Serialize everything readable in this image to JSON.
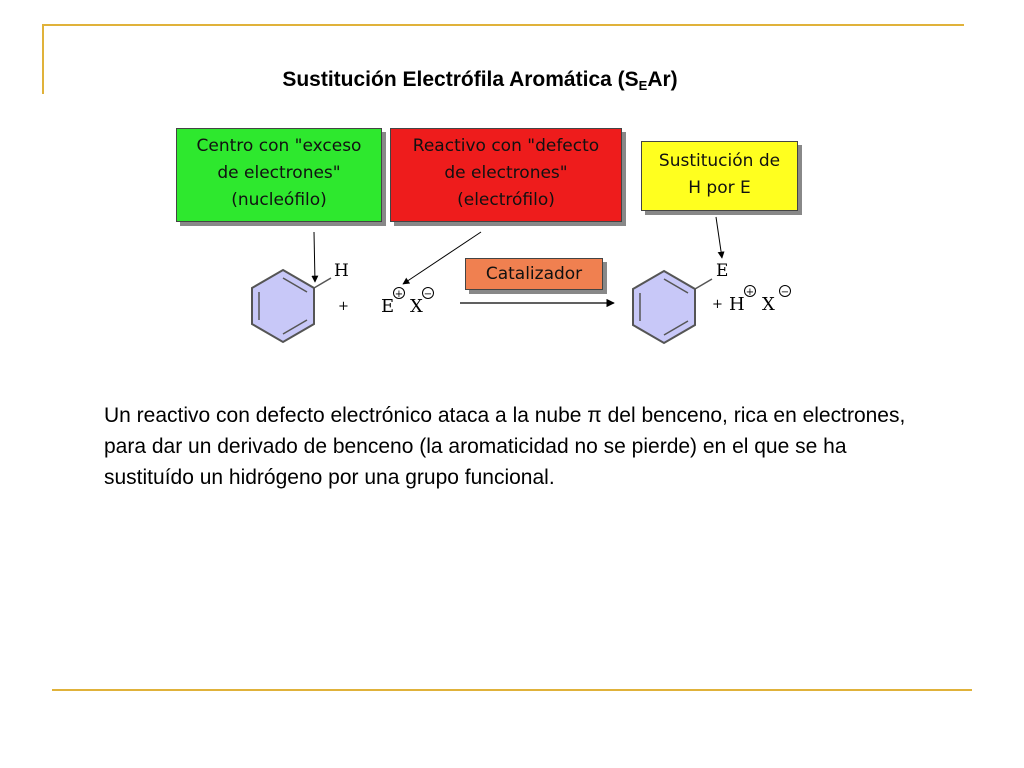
{
  "slide": {
    "title_main": "Sustitución Electrófila Aromática (S",
    "title_sub": "E",
    "title_end": "Ar)"
  },
  "diagram": {
    "green_box": [
      "Centro con \"exceso",
      "de electrones\"",
      "(nucleófilo)"
    ],
    "red_box": [
      "Reactivo con \"defecto",
      "de electrones\"",
      "(electrófilo)"
    ],
    "yellow_box": [
      "Sustitución de",
      "H por E"
    ],
    "catalyst": "Catalizador",
    "reactant_substituent": "H",
    "plus_1": "+",
    "electrophile": "E",
    "counterion": "X",
    "positive_charge": "+",
    "negative_charge": "−",
    "product_substituent": "E",
    "plus_2": "+",
    "proton": "H",
    "product_counterion": "X",
    "colors": {
      "green": "#2ee82e",
      "red": "#ee1c1c",
      "yellow": "#ffff1f",
      "catalyst": "#f08050",
      "benzene_fill": "#c8c8f8",
      "rule": "#e0b23a"
    }
  },
  "body": {
    "paragraph": "Un reactivo con defecto electrónico ataca a la nube π del benceno, rica en electrones, para dar un derivado de benceno (la aromaticidad no se pierde) en el que se ha sustituído un hidrógeno por una grupo funcional."
  }
}
